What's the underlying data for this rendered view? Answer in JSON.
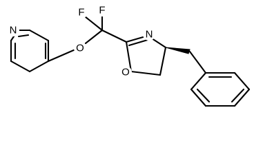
{
  "structure": {
    "atoms": {
      "pyridine_n": "N",
      "ether_o": "O",
      "fluorine_left": "F",
      "fluorine_right": "F",
      "oxazoline_n": "N",
      "oxazoline_o": "O"
    }
  },
  "colors": {
    "bond": "#000000",
    "background": "#ffffff",
    "label": "#000000"
  }
}
